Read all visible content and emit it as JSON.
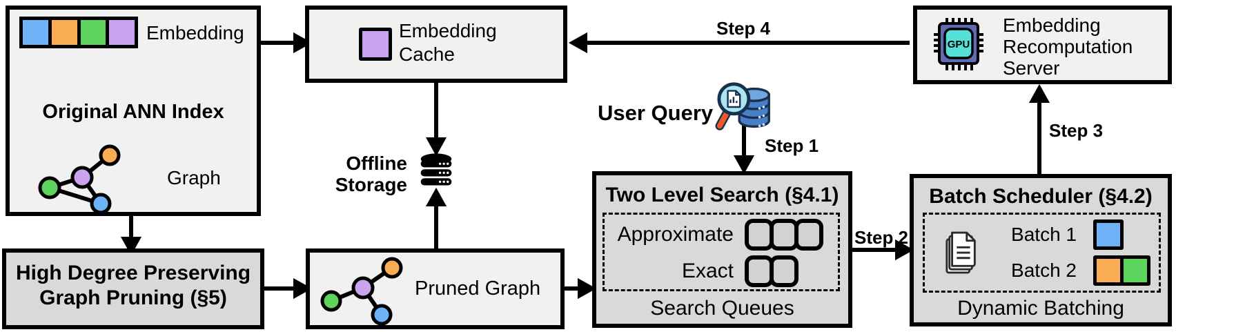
{
  "palette": {
    "blue": "#6EB3F7",
    "orange": "#F8AC53",
    "green": "#5DD55D",
    "purple": "#CBA4EF"
  },
  "ann_index": {
    "embedding_label": "Embedding",
    "title": "Original ANN Index",
    "graph_label": "Graph"
  },
  "graph_pruning": {
    "line1": "High Degree Preserving",
    "line2": "Graph Pruning (§5)"
  },
  "embedding_cache": {
    "line1": "Embedding",
    "line2": "Cache"
  },
  "offline_storage": {
    "line1": "Offline",
    "line2": "Storage"
  },
  "pruned_graph": {
    "label": "Pruned Graph"
  },
  "user_query": {
    "label": "User Query"
  },
  "two_level_search": {
    "title": "Two Level Search (§4.1)",
    "approximate_label": "Approximate",
    "exact_label": "Exact",
    "caption": "Search Queues"
  },
  "batch_scheduler": {
    "title": "Batch Scheduler (§4.2)",
    "batch1_label": "Batch 1",
    "batch2_label": "Batch 2",
    "caption": "Dynamic Batching"
  },
  "recomputation_server": {
    "line1": "Embedding",
    "line2": "Recomputation",
    "line3": "Server",
    "chip_label": "GPU"
  },
  "steps": {
    "s1": "Step 1",
    "s2": "Step 2",
    "s3": "Step 3",
    "s4": "Step 4"
  }
}
